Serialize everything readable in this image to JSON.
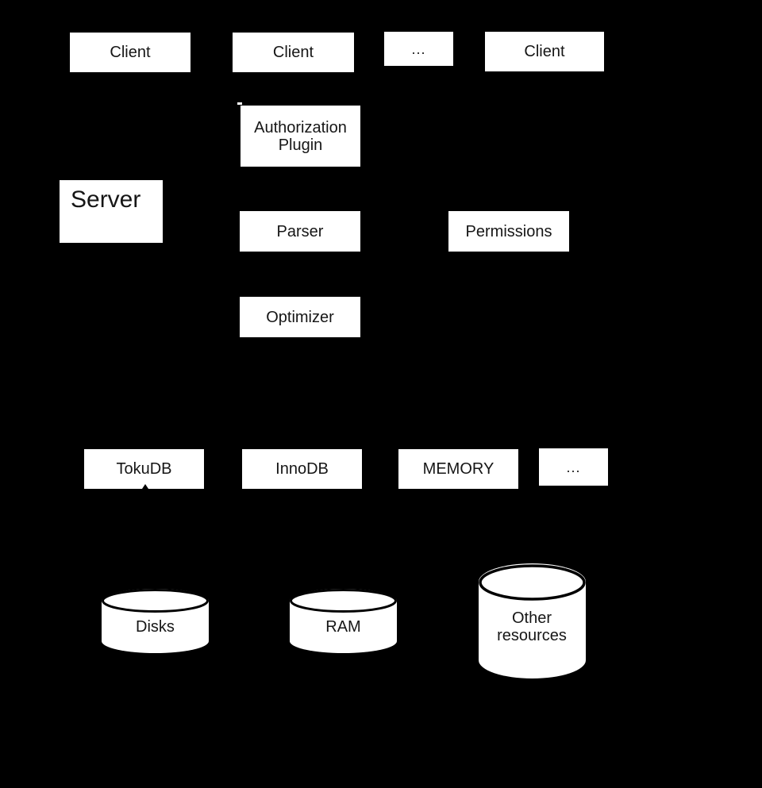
{
  "colors": {
    "background": "#000000",
    "node_fill": "#ffffff",
    "node_text": "#161616",
    "cylinder_stroke": "#000000"
  },
  "nodes": {
    "client_1": {
      "label": "Client"
    },
    "client_2": {
      "label": "Client"
    },
    "clients_ellipsis": {
      "label": "..."
    },
    "client_3": {
      "label": "Client"
    },
    "authorization_plugin": {
      "label": "Authorization Plugin"
    },
    "server": {
      "label": "Server"
    },
    "parser": {
      "label": "Parser"
    },
    "permissions": {
      "label": "Permissions"
    },
    "optimizer": {
      "label": "Optimizer"
    },
    "tokudb": {
      "label": "TokuDB"
    },
    "innodb": {
      "label": "InnoDB"
    },
    "memory": {
      "label": "MEMORY"
    },
    "engines_ellipsis": {
      "label": "..."
    },
    "disks": {
      "label": "Disks"
    },
    "ram": {
      "label": "RAM"
    },
    "other_resources": {
      "label": "Other resources"
    }
  }
}
